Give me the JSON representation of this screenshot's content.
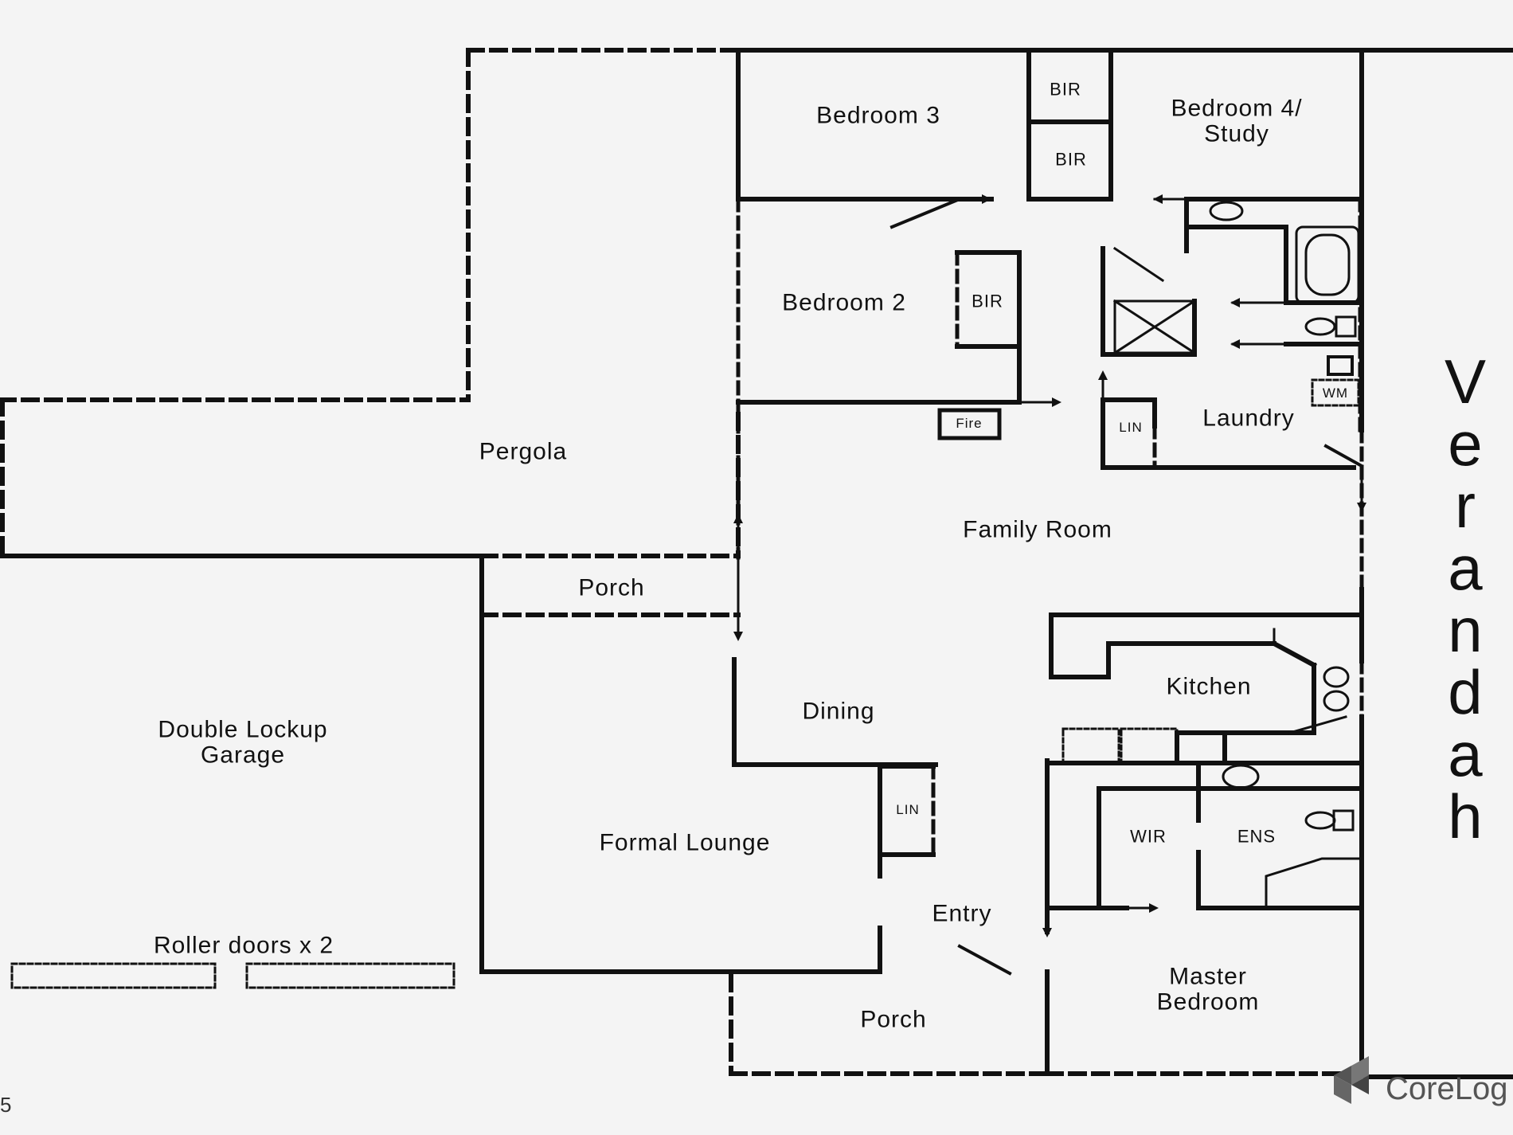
{
  "rooms": {
    "bedroom3": "Bedroom 3",
    "bir_top": "BIR",
    "bir_mid": "BIR",
    "bedroom4_line1": "Bedroom 4/",
    "bedroom4_line2": "Study",
    "bedroom2": "Bedroom 2",
    "bir_bed2": "BIR",
    "fire": "Fire",
    "wm": "WM",
    "lin_laundry": "LIN",
    "laundry": "Laundry",
    "pergola": "Pergola",
    "family_room": "Family Room",
    "porch_side": "Porch",
    "garage_line1": "Double Lockup",
    "garage_line2": "Garage",
    "kitchen": "Kitchen",
    "dining": "Dining",
    "lin_dining": "LIN",
    "formal_lounge": "Formal Lounge",
    "wir": "WIR",
    "ens": "ENS",
    "entry": "Entry",
    "roller_doors": "Roller doors x 2",
    "master_line1": "Master",
    "master_line2": "Bedroom",
    "porch_front": "Porch",
    "verandah": [
      "V",
      "e",
      "r",
      "a",
      "n",
      "d",
      "a",
      "h"
    ]
  },
  "branding": {
    "logo_text": "CoreLog",
    "corner_text": "5"
  }
}
